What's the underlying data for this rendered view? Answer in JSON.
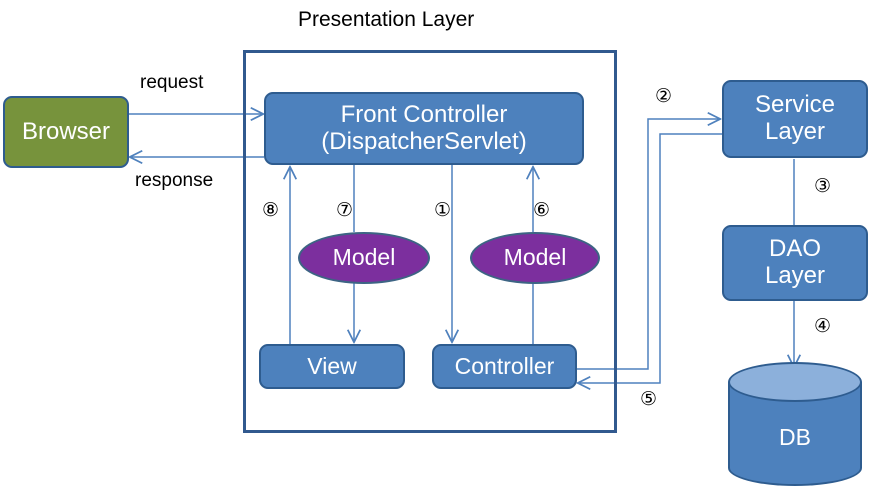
{
  "diagram": {
    "title": "Presentation Layer",
    "group_box": {
      "label": "Presentation Layer"
    },
    "nodes": {
      "browser": {
        "label": "Browser",
        "shape": "rounded-rect",
        "color": "#77933c"
      },
      "front_controller": {
        "label_line1": "Front Controller",
        "label_line2": "(DispatcherServlet)",
        "shape": "rounded-rect",
        "color": "#4d81bd"
      },
      "model_left": {
        "label": "Model",
        "shape": "ellipse",
        "color": "#7c2f9e"
      },
      "model_right": {
        "label": "Model",
        "shape": "ellipse",
        "color": "#7c2f9e"
      },
      "view": {
        "label": "View",
        "shape": "rounded-rect",
        "color": "#4d81bd"
      },
      "controller": {
        "label": "Controller",
        "shape": "rounded-rect",
        "color": "#4d81bd"
      },
      "service_layer": {
        "label_line1": "Service",
        "label_line2": "Layer",
        "shape": "rounded-rect",
        "color": "#4d81bd"
      },
      "dao_layer": {
        "label_line1": "DAO",
        "label_line2": "Layer",
        "shape": "rounded-rect",
        "color": "#4d81bd"
      },
      "db": {
        "label": "DB",
        "shape": "cylinder",
        "color": "#4d81bd"
      }
    },
    "edge_labels": {
      "request": "request",
      "response": "response"
    },
    "steps": {
      "s1": "①",
      "s2": "②",
      "s3": "③",
      "s4": "④",
      "s5": "⑤",
      "s6": "⑥",
      "s7": "⑦",
      "s8": "⑧"
    },
    "colors": {
      "line": "#4f81bd",
      "group_border": "#31598e",
      "blue_fill": "#4d81bd",
      "blue_border": "#2e5c8f",
      "green_fill": "#77933c",
      "purple_fill": "#7c2f9e",
      "db_top_fill": "#8cb0db",
      "text_on_shape": "#ffffff",
      "text_plain": "#000000"
    }
  }
}
